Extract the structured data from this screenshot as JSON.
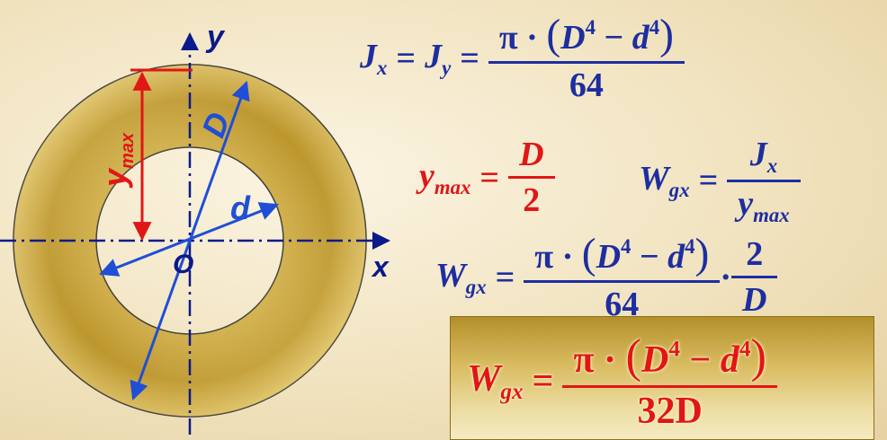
{
  "diagram": {
    "axis_y_label": "y",
    "axis_x_label": "x",
    "origin_label": "O",
    "outer_diameter_label": "D",
    "inner_diameter_label": "d",
    "ymax_label": "y",
    "ymax_sub": "max",
    "colors": {
      "ring": "#c9a53a",
      "axis": "#0b1a8a",
      "dimension": "#1f4fd6",
      "ymax": "#e11616"
    }
  },
  "formulas": {
    "f1": {
      "lhs1": "J",
      "sub1": "x",
      "eq1": "=",
      "lhs2": "J",
      "sub2": "y",
      "eq2": "=",
      "num_pi": "π · ",
      "num_open": "(",
      "num_D": "D",
      "num_pow1": "4",
      "num_minus": " − ",
      "num_d": "d",
      "num_pow2": "4",
      "num_close": ")",
      "den": "64"
    },
    "f2": {
      "lhs": "y",
      "sub": "max",
      "eq": "=",
      "num": "D",
      "den": "2"
    },
    "f3": {
      "lhs": "W",
      "sub": "gx",
      "eq": "=",
      "num": "J",
      "num_sub": "x",
      "den": "y",
      "den_sub": "max"
    },
    "f4": {
      "lhs": "W",
      "sub": "gx",
      "eq": "=",
      "num_pi": "π · ",
      "num_open": "(",
      "num_D": "D",
      "num_pow1": "4",
      "num_minus": " − ",
      "num_d": "d",
      "num_pow2": "4",
      "num_close": ")",
      "den": "64",
      "dot": " · ",
      "num2": "2",
      "den2": "D"
    },
    "result": {
      "lhs": "W",
      "sub": "gx",
      "eq": "=",
      "num_pi": "π · ",
      "num_open": "(",
      "num_D": "D",
      "num_pow1": "4",
      "num_minus": " − ",
      "num_d": "d",
      "num_pow2": "4",
      "num_close": ")",
      "den": "32D"
    }
  }
}
